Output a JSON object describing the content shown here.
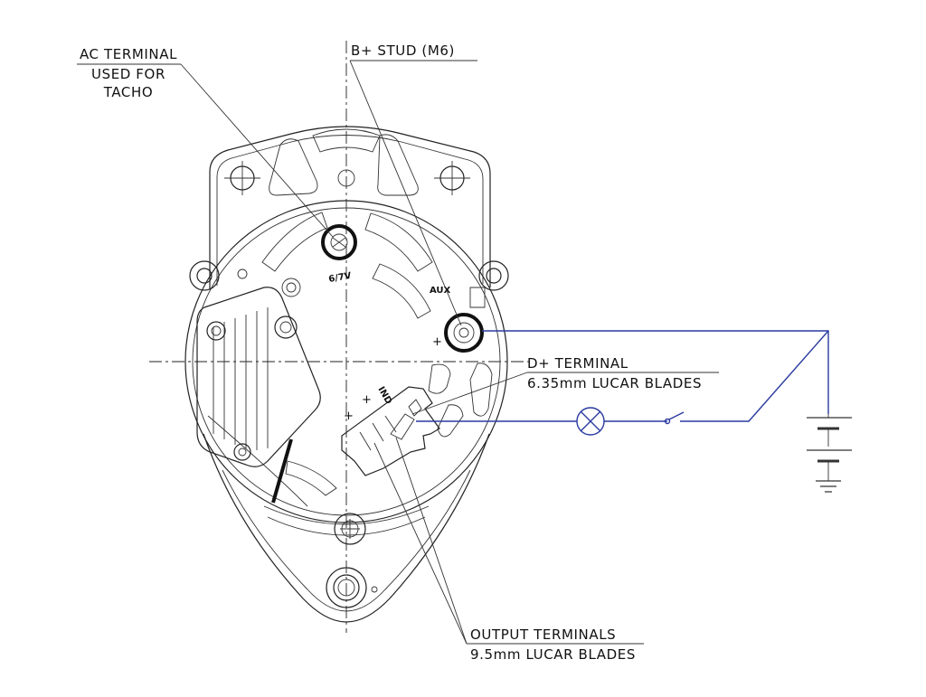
{
  "labels": {
    "ac_terminal": "AC TERMINAL",
    "used_for": "USED FOR",
    "tacho": "TACHO",
    "b_stud": "B+ STUD (M6)",
    "d_terminal": "D+ TERMINAL",
    "d_blades": "6.35mm LUCAR BLADES",
    "output_terminals": "OUTPUT TERMINALS",
    "output_blades": "9.5mm LUCAR BLADES",
    "marking_67v": "6/7V",
    "marking_aux": "AUX",
    "marking_ind": "IND",
    "plus": "+"
  },
  "colors": {
    "wiring": "#2a3aa0",
    "linework": "#222222"
  }
}
